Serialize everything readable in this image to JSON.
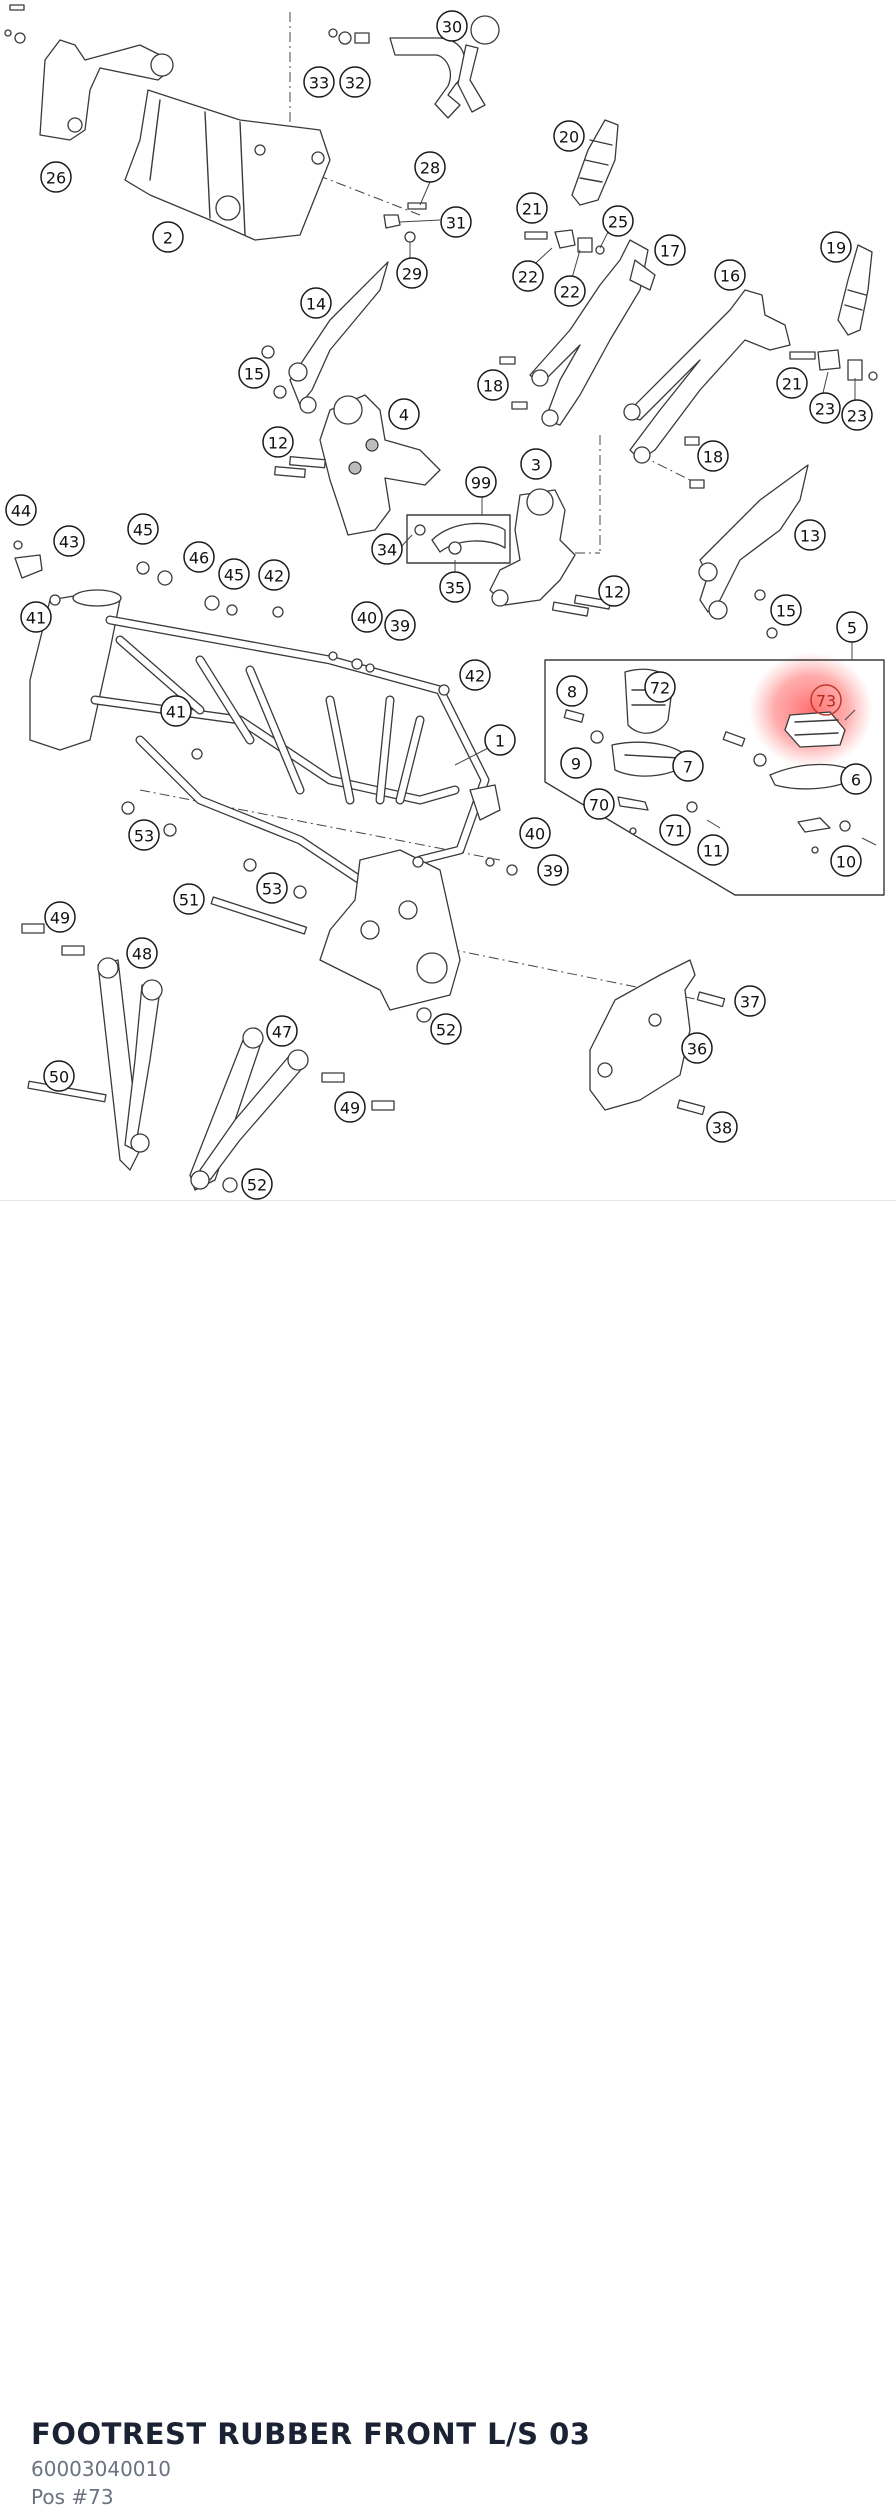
{
  "diagram": {
    "callouts": [
      "1",
      "2",
      "3",
      "4",
      "5",
      "6",
      "7",
      "8",
      "9",
      "10",
      "11",
      "12",
      "12",
      "13",
      "14",
      "15",
      "15",
      "16",
      "17",
      "18",
      "18",
      "19",
      "20",
      "21",
      "21",
      "22",
      "22",
      "23",
      "23",
      "25",
      "26",
      "28",
      "29",
      "30",
      "31",
      "32",
      "33",
      "34",
      "35",
      "36",
      "37",
      "38",
      "39",
      "39",
      "40",
      "40",
      "41",
      "41",
      "42",
      "42",
      "43",
      "44",
      "45",
      "45",
      "46",
      "47",
      "48",
      "49",
      "49",
      "50",
      "51",
      "52",
      "52",
      "53",
      "53",
      "70",
      "71",
      "72",
      "73",
      "99"
    ],
    "highlighted": "73",
    "highlight_color": "#ff5a5a"
  },
  "part": {
    "title": "FOOTREST RUBBER FRONT L/S 03",
    "number": "60003040010",
    "position": "Pos #73"
  }
}
